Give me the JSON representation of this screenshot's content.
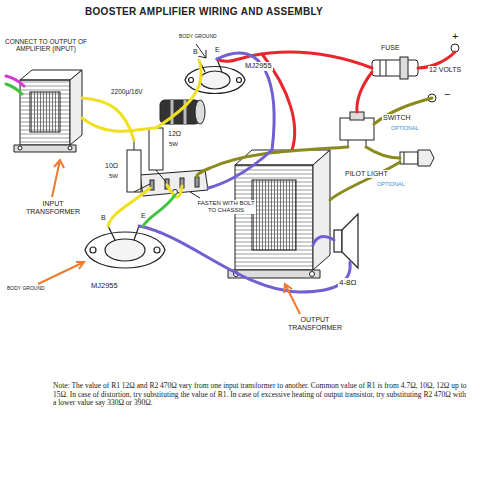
{
  "diagram": {
    "title": "BOOSTER AMPLIFIER WIRING AND ASSEMBLY",
    "labels": [
      "CONNECT TO OUTPUT OF AMPLIFIER (INPUT)",
      "BODY GROUND",
      "B",
      "E",
      "MJ2955",
      "2200μ/16V",
      "10Ω",
      "5W",
      "12Ω",
      "5W",
      "FUSE",
      "+",
      "12 VOLTS",
      "−",
      "SWITCH",
      "OPTIONAL",
      "PILOT LIGHT",
      "OPTIONAL",
      "INPUT TRANSFORMER",
      "FASTEN WITH BOLT TO CHASSIS",
      "4-8Ω",
      "B",
      "E",
      "MJ2955",
      "BODY GROUND",
      "OUTPUT TRANSFORMER",
      "Note: The value of R1 12Ω and R2 470Ω vary from one input transformer to another. Common value of R1 is from 4.7Ω, 10Ω, 12Ω up to 15Ω. In case of distortion, try substituting the value of R1. In case of excessive heating of output transistor, try substituting R2 470Ω with a lower value say 330Ω or 390Ω."
    ]
  }
}
